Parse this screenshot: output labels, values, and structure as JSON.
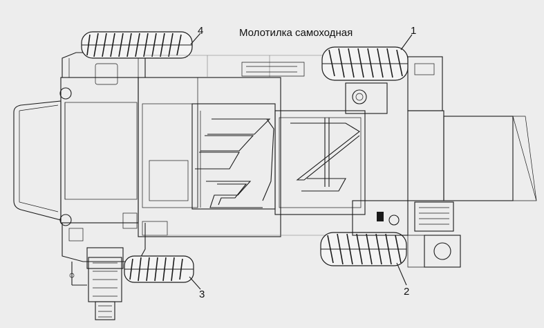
{
  "diagram": {
    "title": "Молотилка самоходная",
    "callouts": [
      "1",
      "2",
      "3",
      "4"
    ]
  }
}
